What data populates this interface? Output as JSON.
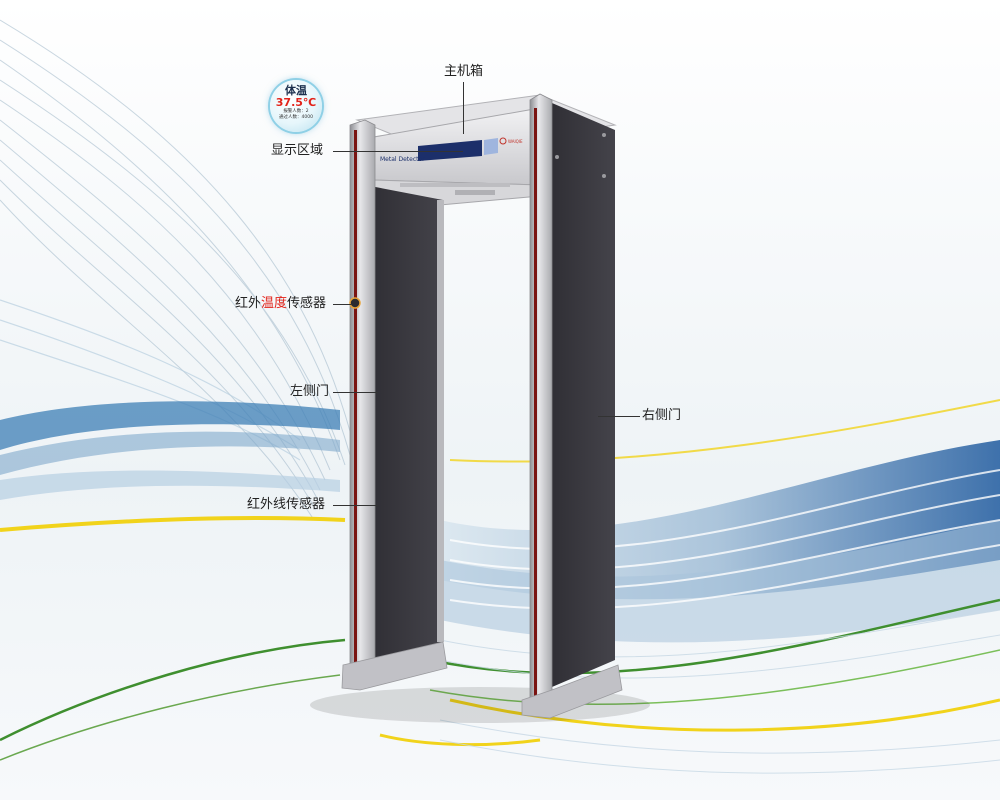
{
  "badge": {
    "title": "体温",
    "temperature": "37.5℃",
    "alarm_count": "报警人数：2",
    "pass_count": "通过人数：4000"
  },
  "gate": {
    "brand_text": "Metal Detector",
    "logo_text": "WAIQIE"
  },
  "labels": {
    "main_box": "主机箱",
    "display_area": "显示区域",
    "ir_temp_prefix": "红外",
    "ir_temp_highlight": "温度",
    "ir_temp_suffix": "传感器",
    "left_door": "左侧门",
    "ir_line_sensor": "红外线传感器",
    "right_door": "右侧门"
  },
  "colors": {
    "panel": "#3b3a40",
    "frame": "#c9c9cd",
    "accent_red": "#7a1412",
    "highlight": "#e2231a",
    "wave_blue": "#2b6aa8",
    "wave_yellow": "#f1d31b",
    "wave_green": "#3f8f2f"
  }
}
